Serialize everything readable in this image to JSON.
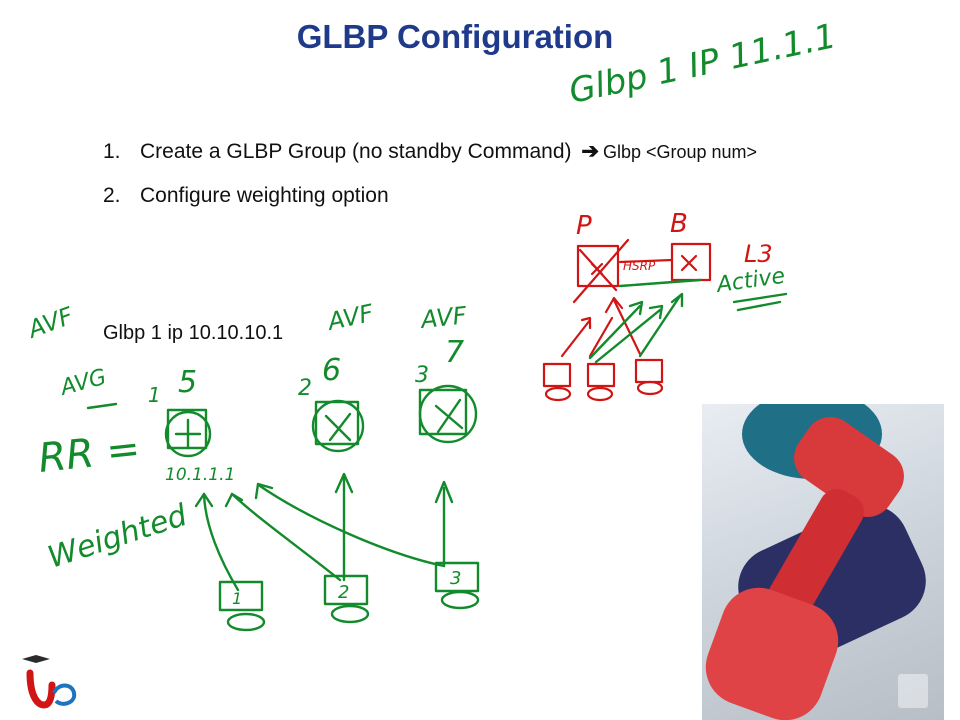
{
  "slide": {
    "title": "GLBP Configuration",
    "bullets": [
      {
        "num": "1.",
        "text": "Create a GLBP Group  (no standby Command)",
        "arrow": "➔",
        "command": "Glbp <Group num>"
      },
      {
        "num": "2.",
        "text": "Configure weighting option"
      }
    ],
    "config_line": "Glbp 1 ip 10.10.10.1"
  },
  "annotations": {
    "top_command": "Glbp 1 IP 11.1.1",
    "avf_labels": [
      "AVF",
      "AVF",
      "AVF"
    ],
    "avg_label": "AVG",
    "rr_label": "RR =",
    "weighted_label": "Weighted",
    "weights": [
      "5",
      "6",
      "7"
    ],
    "router_nums": [
      "1",
      "2",
      "3"
    ],
    "router_ip": "10.1.1.1",
    "host_labels": [
      "1",
      "2",
      "3"
    ],
    "hsrp_label": "HSRP",
    "primary_label": "P",
    "backup_label": "B",
    "l3_label": "L3",
    "active_label": "Active"
  },
  "colors": {
    "title": "#1f3a8a",
    "ink_green": "#138a2c",
    "ink_red": "#d11414",
    "dumbbell_red": "#d8393b",
    "dumbbell_blue": "#2b2f64",
    "dumbbell_teal": "#1f6f86"
  },
  "icons": {
    "logo": "udemy-style-logo",
    "photo": "dumbbell-photo",
    "watermark": "brand-watermark"
  }
}
